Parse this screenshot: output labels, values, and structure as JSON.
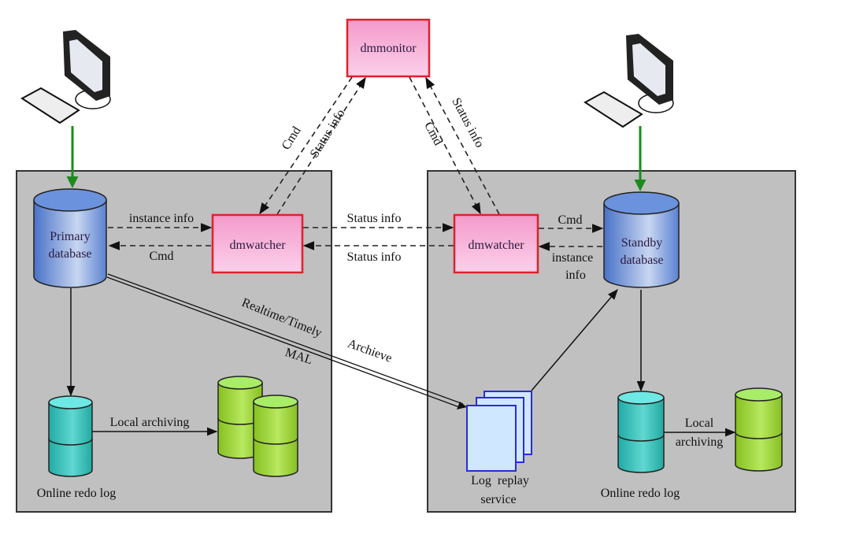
{
  "nodes": {
    "monitor": "dmmonitor",
    "watcher_left": "dmwatcher",
    "watcher_right": "dmwatcher",
    "primary_db": [
      "Primary",
      "database"
    ],
    "standby_db": [
      "Standby",
      "database"
    ],
    "log_replay": [
      "Log  replay",
      "service"
    ],
    "online_redo_left": "Online redo log",
    "online_redo_right": "Online redo log"
  },
  "edges": {
    "monitor_left_cmd": "Cmd",
    "monitor_left_status": "Status info",
    "monitor_right_cmd": "Cmd",
    "monitor_right_status": "Status info",
    "primary_instance_info": "instance info",
    "primary_cmd": "Cmd",
    "watchers_status_top": "Status info",
    "watchers_status_bottom": "Status info",
    "standby_cmd": "Cmd",
    "standby_instance_info": [
      "instance",
      "info"
    ],
    "realtime": "Realtime/Timely",
    "mal": "MAL",
    "archive": "Archieve",
    "local_archiving_left": "Local archiving",
    "local_archiving_right": [
      "Local",
      "archiving"
    ]
  },
  "colors": {
    "panel": "#c0c0c0",
    "watcher_fill": "#f7a8d8",
    "watcher_border": "#e0202a",
    "database": "#5b86d6",
    "redo_log": "#3cc8c0",
    "archive": "#9ed53a",
    "log_replay": "#cfe8ff",
    "user_arrow": "#1e8a1e"
  }
}
